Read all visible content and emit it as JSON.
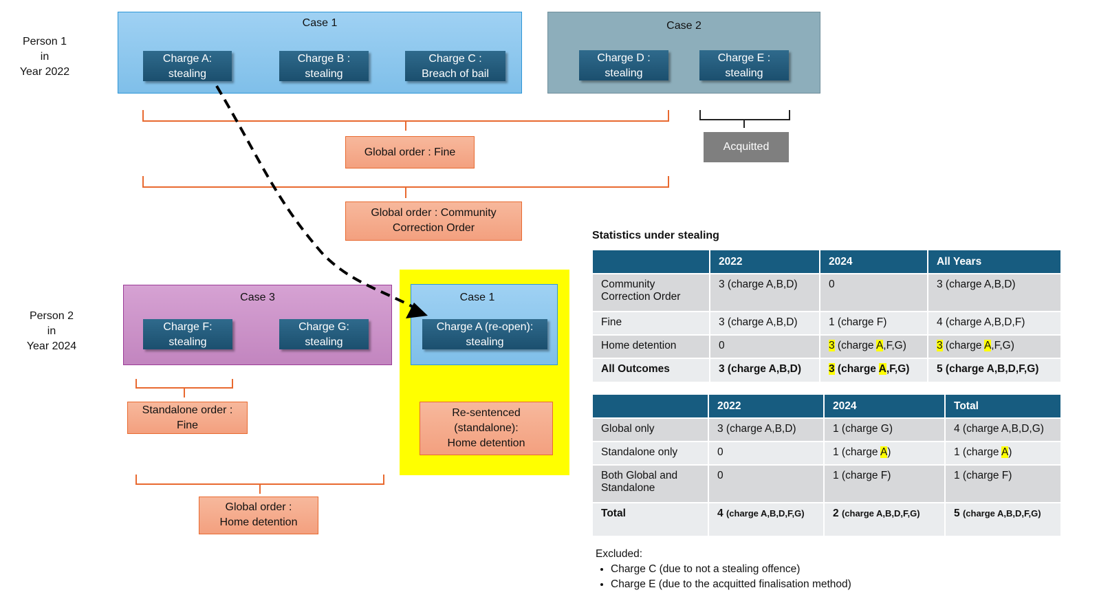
{
  "persons": {
    "p1": [
      "Person 1",
      "in",
      "Year 2022"
    ],
    "p2": [
      "Person 2",
      "in",
      "Year 2024"
    ]
  },
  "cases": {
    "case1_2022": "Case 1",
    "case2": "Case 2",
    "case3": "Case 3",
    "case1_2024": "Case 1"
  },
  "charges": {
    "a": [
      "Charge A:",
      "stealing"
    ],
    "b": [
      "Charge B :",
      "stealing"
    ],
    "c": [
      "Charge C :",
      "Breach of bail"
    ],
    "d": [
      "Charge D :",
      "stealing"
    ],
    "e": [
      "Charge E :",
      "stealing"
    ],
    "f": [
      "Charge F:",
      "stealing"
    ],
    "g": [
      "Charge G:",
      "stealing"
    ],
    "a_reopen": [
      "Charge A (re-open):",
      "stealing"
    ]
  },
  "orders": {
    "global_fine": "Global order : Fine",
    "global_cco": [
      "Global order : Community",
      "Correction Order"
    ],
    "acquitted": "Acquitted",
    "standalone_fine": [
      "Standalone order :",
      "Fine"
    ],
    "resentenced": [
      "Re-sentenced",
      "(standalone):",
      "Home detention"
    ],
    "global_hd": [
      "Global order :",
      "Home detention"
    ]
  },
  "colors": {
    "case1_fill": "#8fc8ee",
    "case2_fill": "#8daebb",
    "case3_fill": "#c98fc6",
    "highlight": "#ffff00",
    "header": "#175c80",
    "order_border": "#e8692f",
    "acquitted": "#7f7f7f"
  },
  "stats": {
    "title": "Statistics under stealing",
    "table1": {
      "headers": [
        "",
        "2022",
        "2024",
        "All Years"
      ],
      "rows": [
        [
          "Community Correction Order",
          "3 (charge A,B,D)",
          "0",
          "3 (charge A,B,D)"
        ],
        [
          "Fine",
          "3 (charge A,B,D)",
          "1 (charge F)",
          "4 (charge A,B,D,F)"
        ],
        [
          "Home detention",
          "0",
          "3 (charge A,F,G)",
          "3 (charge A,F,G)"
        ],
        [
          "All Outcomes",
          "3 (charge A,B,D)",
          "3 (charge A,F,G)",
          "5 (charge A,B,D,F,G)"
        ]
      ]
    },
    "table2": {
      "headers": [
        "",
        "2022",
        "2024",
        "Total"
      ],
      "rows": [
        [
          "Global only",
          "3 (charge A,B,D)",
          "1 (charge G)",
          "4 (charge A,B,D,G)"
        ],
        [
          "Standalone only",
          "0",
          "1 (charge A)",
          "1 (charge A)"
        ],
        [
          "Both Global and Standalone",
          "0",
          "1 (charge F)",
          "1 (charge F)"
        ],
        [
          "Total",
          "4 (charge A,B,D,F,G)",
          "2 (charge A,B,D,F,G)",
          "5 (charge A,B,D,F,G)"
        ]
      ]
    }
  },
  "excluded": {
    "title": "Excluded:",
    "items": [
      "Charge C (due to not a stealing offence)",
      "Charge E (due to the acquitted finalisation method)"
    ]
  }
}
